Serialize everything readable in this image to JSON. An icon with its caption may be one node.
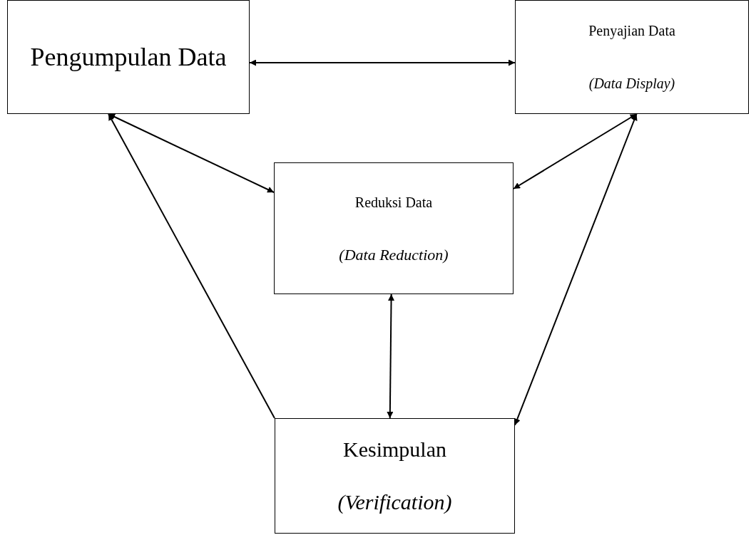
{
  "diagram": {
    "nodes": [
      {
        "text": [
          "Pengumpulan Data"
        ]
      },
      {
        "text": [
          "Penyajian Data",
          "(Data Display)"
        ]
      },
      {
        "text": [
          "Reduksi Data",
          "(Data Reduction)"
        ]
      },
      {
        "text": [
          "Kesimpulan",
          "(Verification)"
        ]
      }
    ],
    "edges": [
      {
        "from": 0,
        "to": 1,
        "arrow": "both"
      },
      {
        "from": 0,
        "to": 2,
        "arrow": "both"
      },
      {
        "from": 1,
        "to": 2,
        "arrow": "both"
      },
      {
        "from": 2,
        "to": 3,
        "arrow": "both"
      },
      {
        "from": 3,
        "to": 0,
        "arrow": "to"
      },
      {
        "from": 3,
        "to": 1,
        "arrow": "both"
      }
    ]
  }
}
